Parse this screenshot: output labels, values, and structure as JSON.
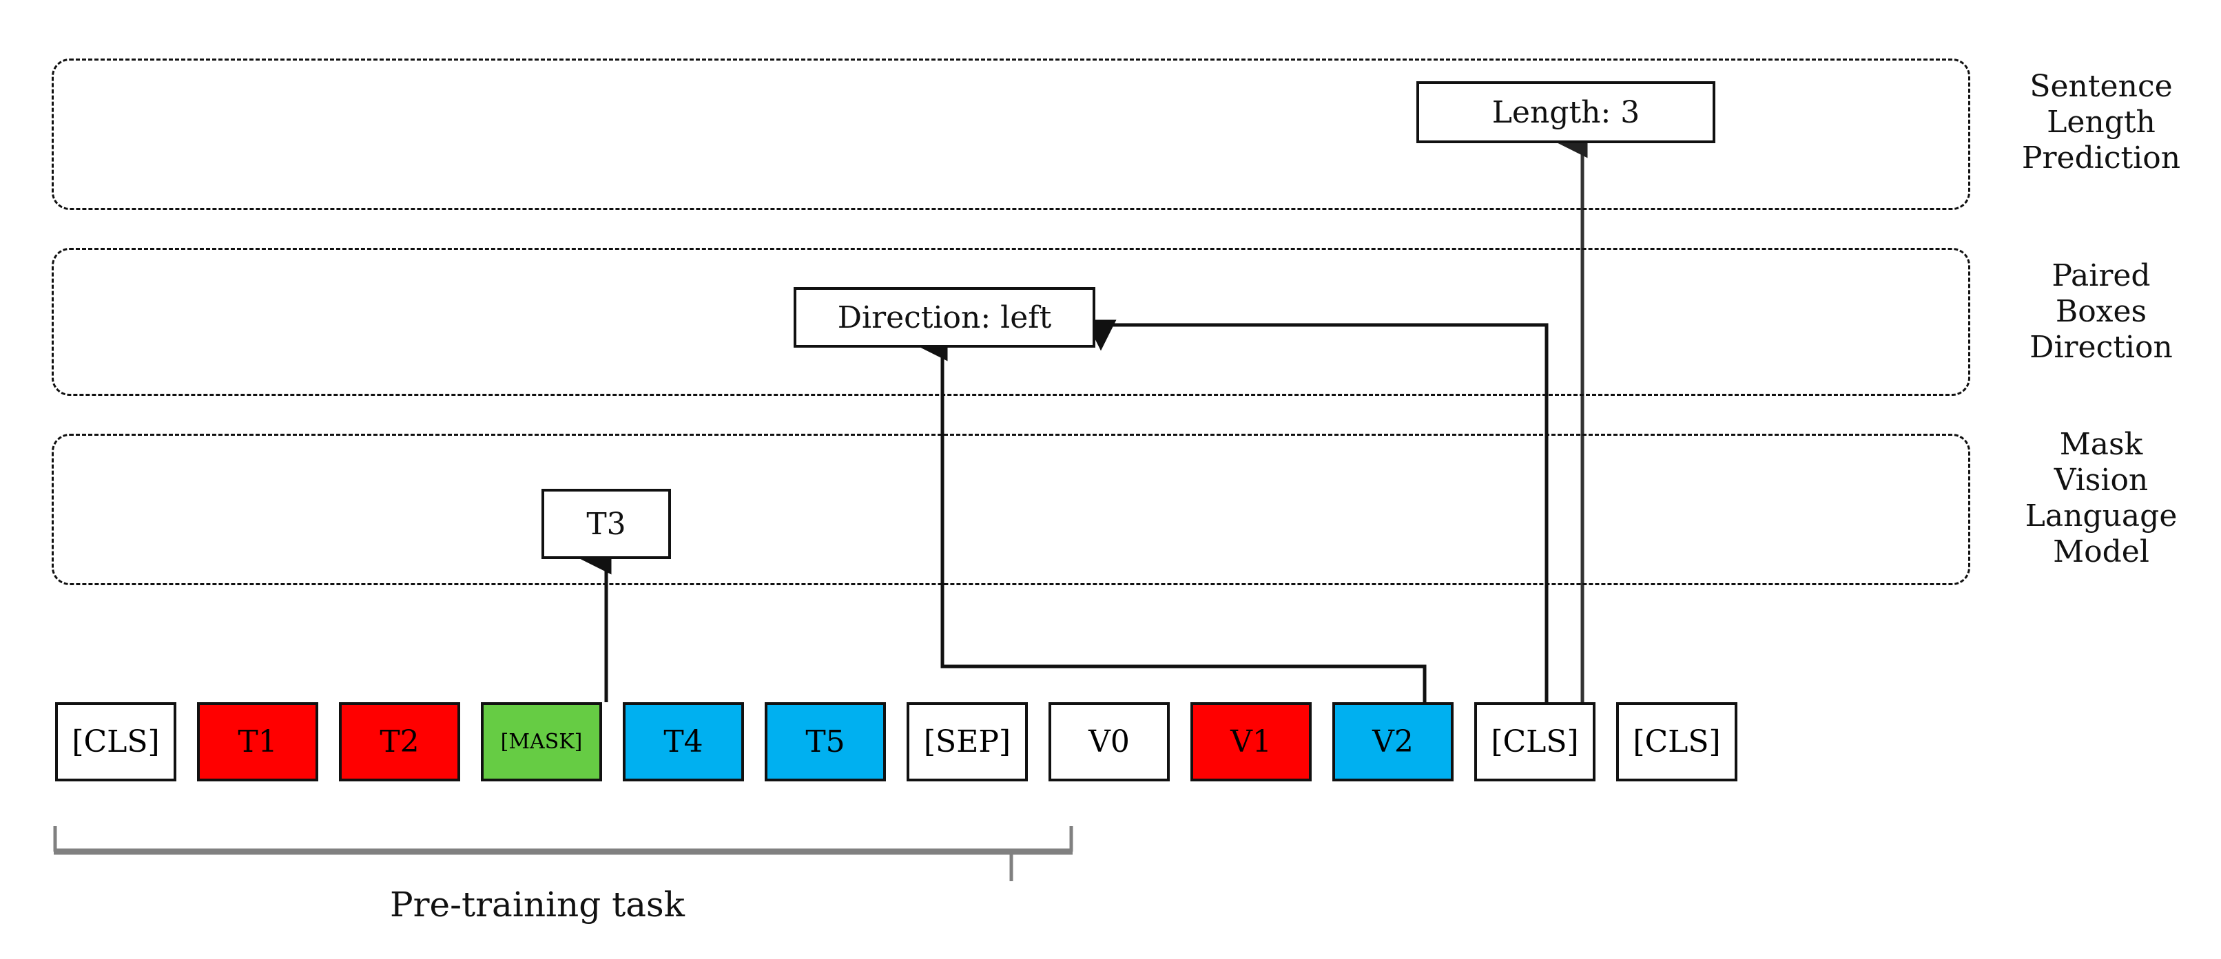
{
  "figure": {
    "caption": "Pre-training task",
    "bands": [
      {
        "label": "Sentence\nLength\nPrediction",
        "name": "sentence-length-prediction"
      },
      {
        "label": "Paired\nBoxes\nDirection",
        "name": "paired-boxes-direction"
      },
      {
        "label": "Mask\nVision\nLanguage\nModel",
        "name": "mask-vision-language-model"
      }
    ],
    "prediction_boxes": [
      {
        "text": "Length: 3",
        "name": "length-prediction-box"
      },
      {
        "text": "Direction: left",
        "name": "direction-prediction-box"
      },
      {
        "text": "T3",
        "name": "masked-token-prediction-box"
      }
    ],
    "tokens": [
      {
        "text": "[CLS]",
        "color": "#ffffff",
        "small": false
      },
      {
        "text": "T1",
        "color": "#ff0000",
        "small": false
      },
      {
        "text": "T2",
        "color": "#ff0000",
        "small": false
      },
      {
        "text": "[MASK]",
        "color": "#66cc44",
        "small": true
      },
      {
        "text": "T4",
        "color": "#00b0f0",
        "small": false
      },
      {
        "text": "T5",
        "color": "#00b0f0",
        "small": false
      },
      {
        "text": "[SEP]",
        "color": "#ffffff",
        "small": false
      },
      {
        "text": "V0",
        "color": "#ffffff",
        "small": false
      },
      {
        "text": "V1",
        "color": "#ff0000",
        "small": false
      },
      {
        "text": "V2",
        "color": "#00b0f0",
        "small": false
      },
      {
        "text": "[CLS]",
        "color": "#ffffff",
        "small": false
      },
      {
        "text": "[CLS]",
        "color": "#ffffff",
        "small": false
      }
    ],
    "colors": {
      "masked_token": "#66cc44",
      "text_token": "#ff0000",
      "vision_token": "#00b0f0",
      "plain_token": "#ffffff",
      "stroke": "#111111",
      "brace": "#808080"
    }
  }
}
